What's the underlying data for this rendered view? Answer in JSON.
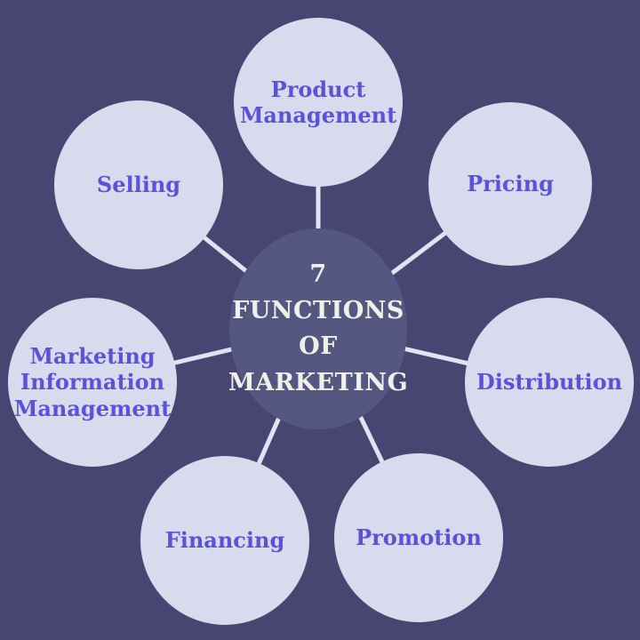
{
  "diagram": {
    "title": "7 FUNCTIONS OF MARKETING",
    "center": {
      "label": "7\nFUNCTIONS\nOF\nMARKETING"
    },
    "nodes": [
      {
        "id": "product-management",
        "label": "Product Management",
        "display": "Product\nManagement"
      },
      {
        "id": "pricing",
        "label": "Pricing",
        "display": "Pricing"
      },
      {
        "id": "distribution",
        "label": "Distribution",
        "display": "Distribution"
      },
      {
        "id": "promotion",
        "label": "Promotion",
        "display": "Promotion"
      },
      {
        "id": "financing",
        "label": "Financing",
        "display": "Financing"
      },
      {
        "id": "marketing-information-management",
        "label": "Marketing Information Management",
        "display": "Marketing\nInformation\nManagement"
      },
      {
        "id": "selling",
        "label": "Selling",
        "display": "Selling"
      }
    ],
    "colors": {
      "background": "#494573",
      "center_circle": "#545780",
      "outer_circle": "#d8daee",
      "connector": "#e0e3f1",
      "center_text": "#f1efe9",
      "outer_text": "#5b52d8"
    }
  }
}
